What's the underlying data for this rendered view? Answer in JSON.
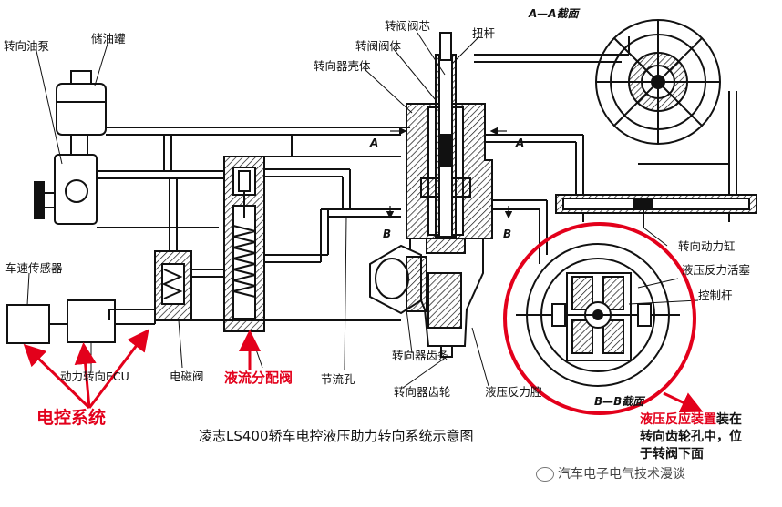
{
  "labels": {
    "pump": "转向油泵",
    "reservoir": "储油罐",
    "speed_sensor": "车速传感器",
    "ecu": "动力转向ECU",
    "solenoid": "电磁阀",
    "flow_valve": "液流分配阀",
    "orifice": "节流孔",
    "rack": "转向器齿条",
    "pinion": "转向器齿轮",
    "reaction_chamber": "液压反力腔",
    "cylinder": "转向动力缸",
    "reaction_piston": "液压反力活塞",
    "control_rod": "控制杆",
    "valve_core": "转阀阀芯",
    "torsion_bar": "扭杆",
    "valve_body": "转阀阀体",
    "gear_housing": "转向器壳体",
    "electronic_control": "电控系统"
  },
  "section_labels": {
    "aa": "A—A截面",
    "bb": "B—B截面",
    "a_left": "A",
    "a_right": "A",
    "b_left": "B",
    "b_right": "B"
  },
  "caption": "凌志LS400轿车电控液压助力转向系统示意图",
  "note": {
    "highlight": "液压反应装置",
    "line1_rest": "装在",
    "line2": "转向齿轮孔中，位",
    "line3": "于转阀下面"
  },
  "watermark": "汽车电子电气技术漫谈",
  "colors": {
    "accent": "#e3001b",
    "line": "#111111"
  }
}
